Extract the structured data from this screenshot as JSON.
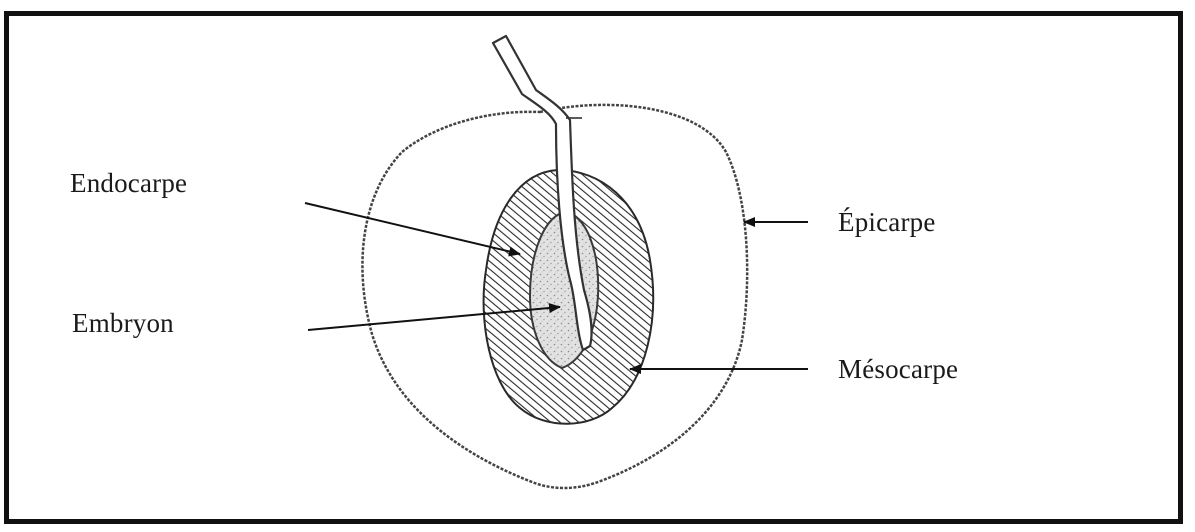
{
  "labels": {
    "endocarpe": "Endocarpe",
    "embryon": "Embryon",
    "epicarpe": "Épicarpe",
    "mesocarpe": "Mésocarpe"
  }
}
